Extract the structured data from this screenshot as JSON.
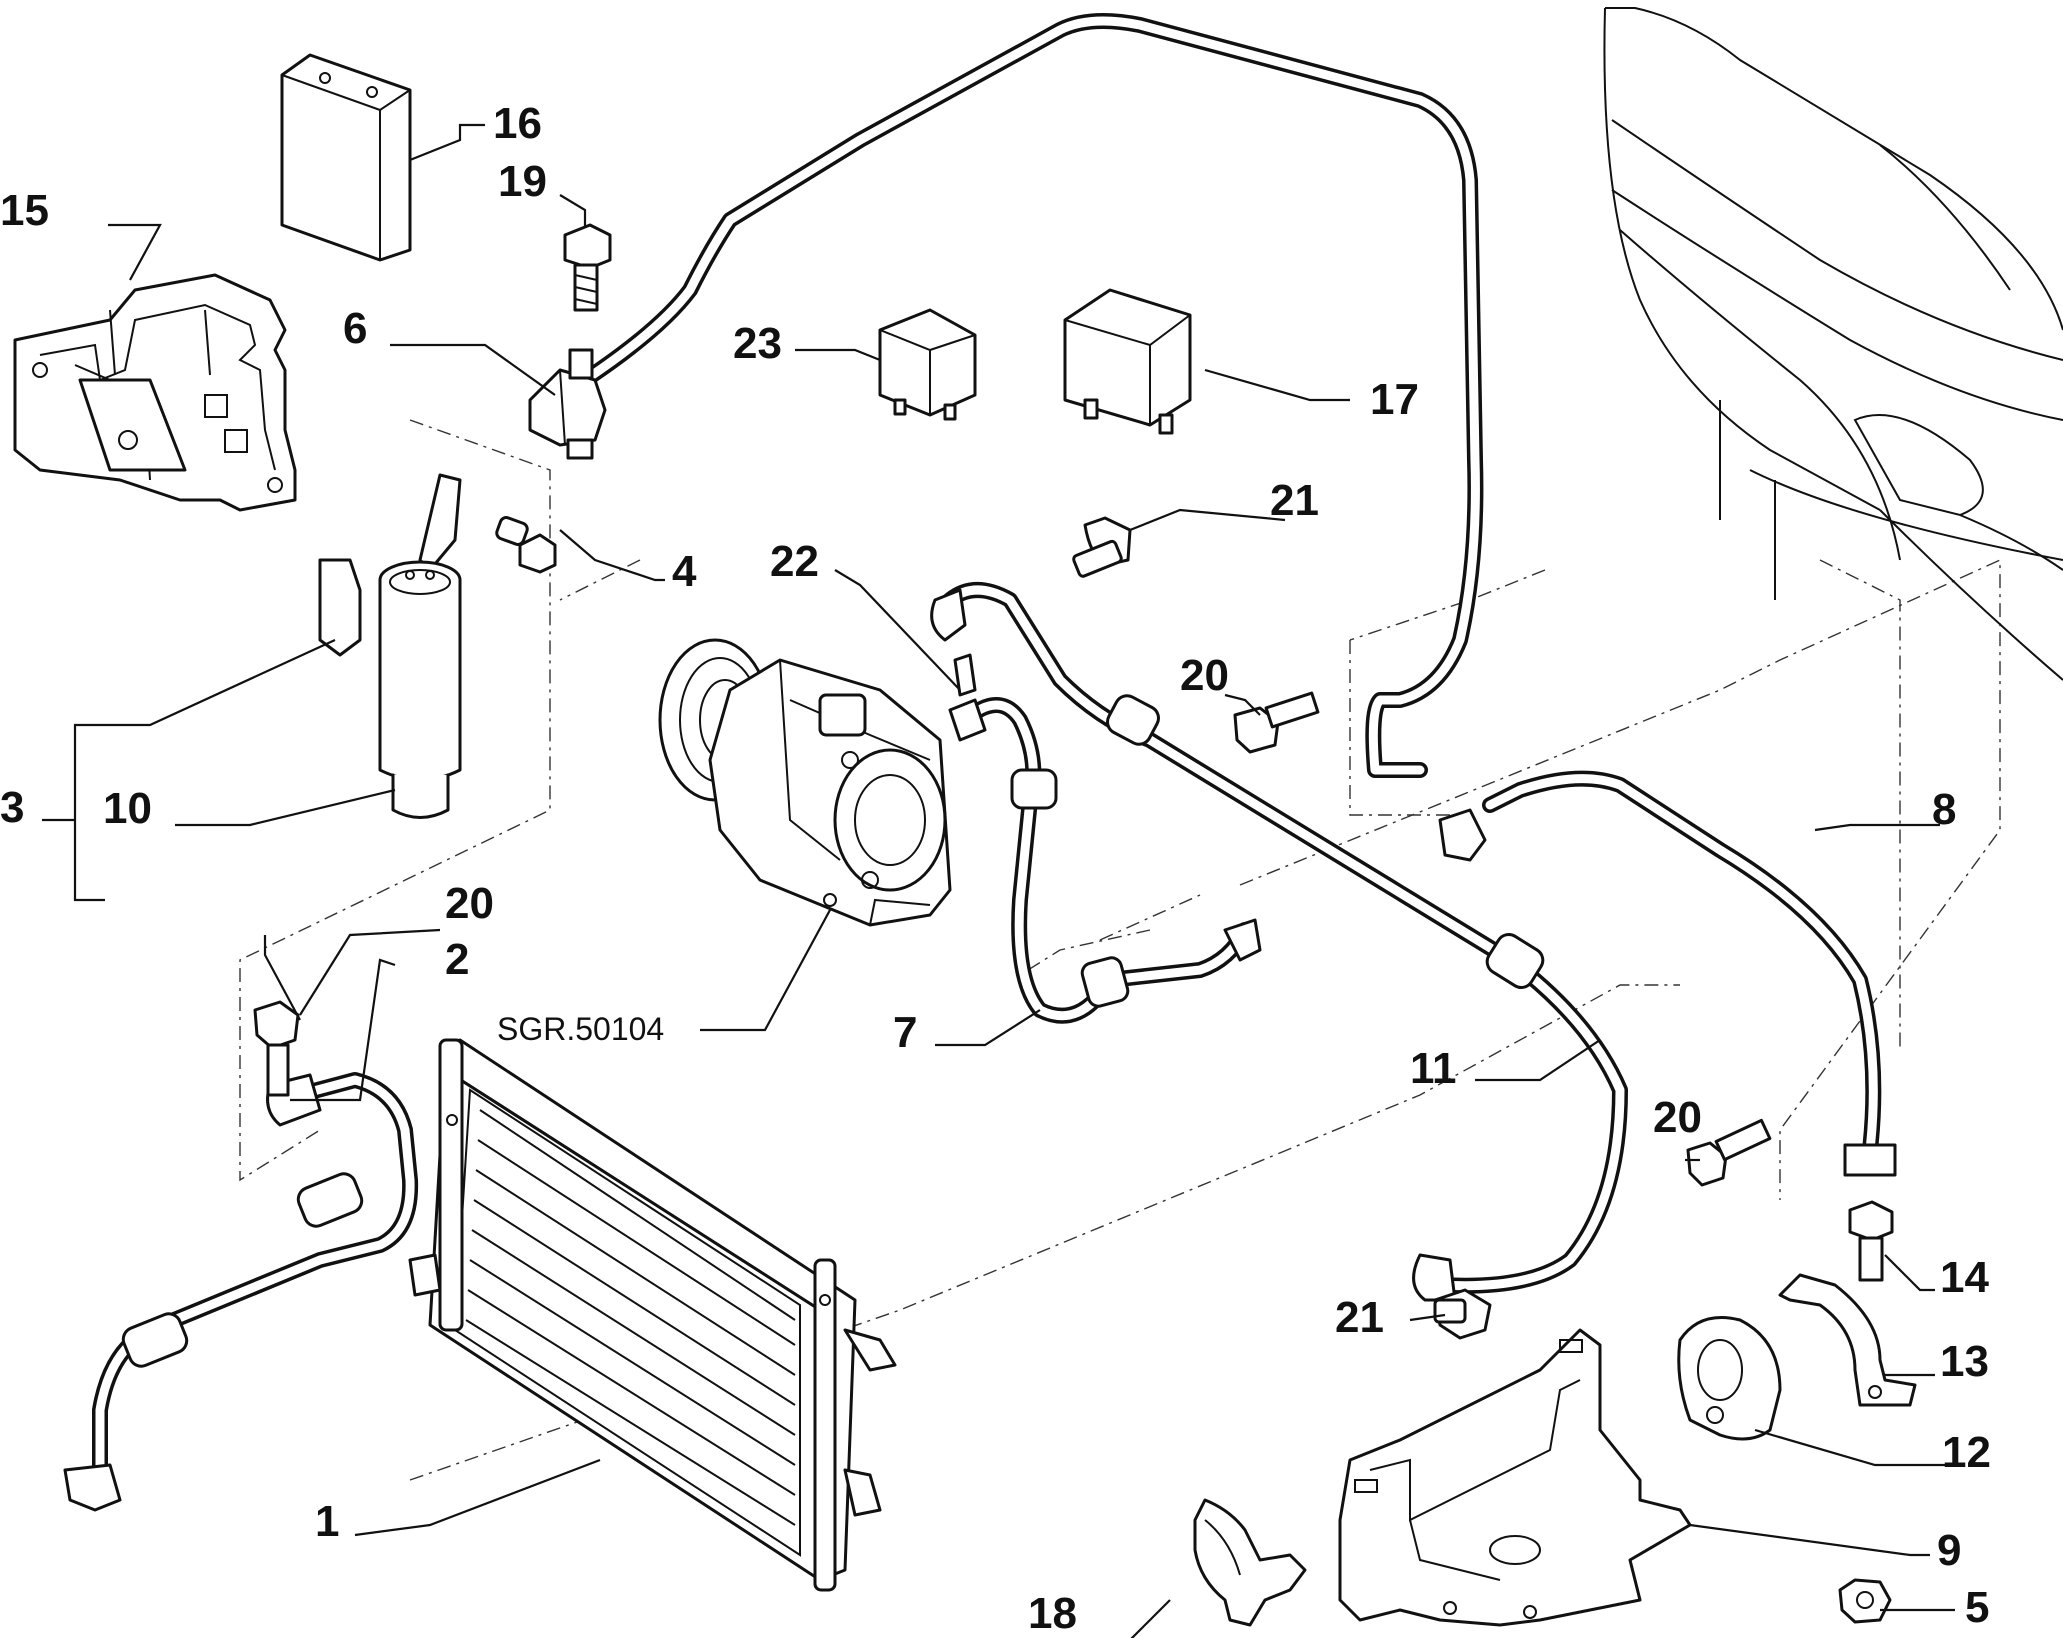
{
  "reference_code": "SGR.50104",
  "callouts": [
    {
      "id": "c1",
      "label": "1"
    },
    {
      "id": "c2",
      "label": "2"
    },
    {
      "id": "c3",
      "label": "3"
    },
    {
      "id": "c4",
      "label": "4"
    },
    {
      "id": "c5",
      "label": "5"
    },
    {
      "id": "c6",
      "label": "6"
    },
    {
      "id": "c7",
      "label": "7"
    },
    {
      "id": "c8",
      "label": "8"
    },
    {
      "id": "c9",
      "label": "9"
    },
    {
      "id": "c10",
      "label": "10"
    },
    {
      "id": "c11",
      "label": "11"
    },
    {
      "id": "c12",
      "label": "12"
    },
    {
      "id": "c13",
      "label": "13"
    },
    {
      "id": "c14",
      "label": "14"
    },
    {
      "id": "c15",
      "label": "15"
    },
    {
      "id": "c16",
      "label": "16"
    },
    {
      "id": "c17",
      "label": "17"
    },
    {
      "id": "c18",
      "label": "18"
    },
    {
      "id": "c19",
      "label": "19"
    },
    {
      "id": "c20a",
      "label": "20"
    },
    {
      "id": "c20b",
      "label": "20"
    },
    {
      "id": "c20c",
      "label": "20"
    },
    {
      "id": "c21a",
      "label": "21"
    },
    {
      "id": "c21b",
      "label": "21"
    },
    {
      "id": "c22",
      "label": "22"
    },
    {
      "id": "c23",
      "label": "23"
    }
  ]
}
